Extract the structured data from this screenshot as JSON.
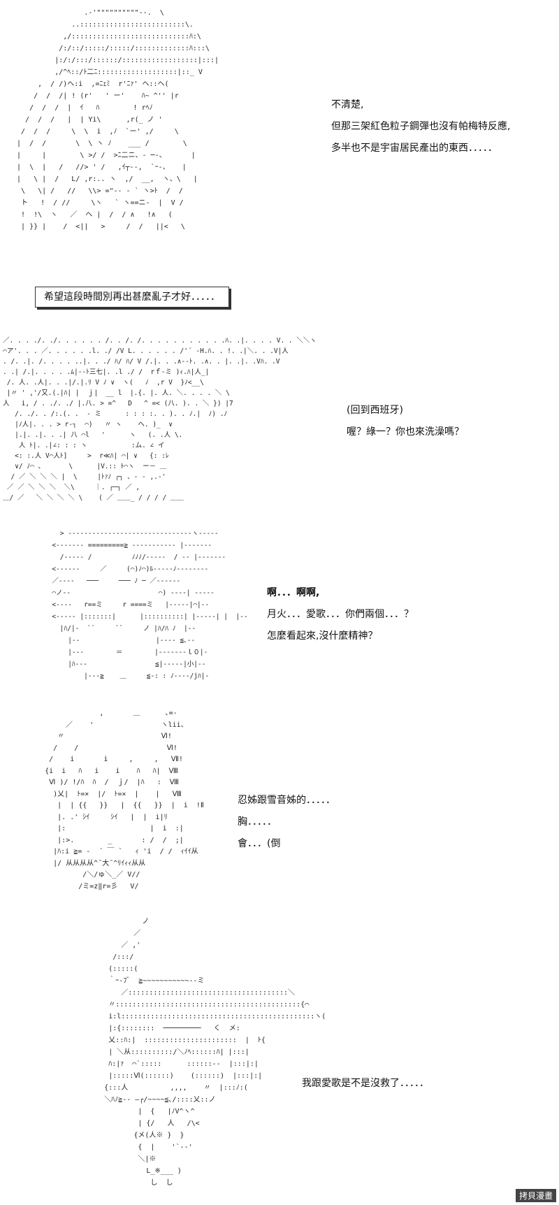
{
  "panels": [
    {
      "art": "                 .-'\"\"\"\"\"\"\"\"\"\"--.  \\\n              ..:::::::::::::::::::::::::\\.\n            ,/::::::::::::::::::::::::::::ﾊ:\\\n           /:/::/:::::/:::::/:::::::::::::ﾊ:::\\\n          |:/:/:::/::::::/::::::::::::::::::|:::|\n          ,/^ﾍ::/ﾄ二ﾆ:::::::::::::::::::|::_ V\n      ,  / /)ヘ:i  ,=ﾆｪﾐ  r'ﾆｧ' ヘ::ヘ(\n     /  /  /| ! (r'   ' ー'    ﾊ~ ^'' |r\n    /  /  /  |  ｲ   ﾊ        ! rﾍﾉ\n   /  /  /   |  | Yi\\      ,r(_ ノ '\n  /  /  /     \\  \\  i  ,ﾉ  `ー' ,/     \\\n |  /  /       \\  \\ ヽ ﾉ    ___ /        \\\n |     |        \\ >/ /  >ﾆ二ニ、‐ ─-、      |\n |  \\  |   /   //> ' /   ,ｲ┬‐‐,  `ｰ-、   |\n |   \\ |  /   L/ ,r:.. ヽ  ,/  __,  ヽ、\\   |\n  \\   \\| /   //   \\\\> =\"-- ‐ ` ヽ>ﾄ  /  /\n  ト   !  / //     \\ヽ   ` ヽ==ニ‐  |  V /\n  !  !\\  ヽ   ／  ヘ |  /  / ∧   !∧   (\n  | }} |    /  <||   >     /  /   ||<   \\",
      "dialogue": [
        "不清楚,",
        "但那三架紅色粒子鋼彈也沒有帕梅特反應,",
        "多半也不是宇宙居民產出的東西．．．．．"
      ]
    },
    {
      "narration": "希望這段時間別再出甚麼亂子才好．．．．．"
    },
    {
      "art": "／. . . ./. ./. . . . . . /. . /. /. . . . . . . . . . .ﾊ. .|. . . . V. . ＼＼ヽ\n⌒ア'. . . ／. . . . . .l. ./ /V L. . . . . . /'´ ‐H.ﾊ. . !. .|＼. . .V|人\n. /. .|. /. . . . ..|. . ./ ﾊ/ ﾊ/ V /.|. . .∧--ﾄ. .∧. . |. .|. .Vﾊ. .V\n. .| /.|. . . . .ﾑ|--ﾄ三七|. .l ./ /  rｆ‐ミ )ｨ.ﾊ|人_|\n /. 人. .人|. . .|/.|.ﾘ V ﾉ ∨  ヽ(   ﾉ  ,r V  }ﾉ<__\\\n |〃 ' ,'/又.(.|ﾊ| |  ｊ|  __ l  |.{. |. 人. ＼. . . . ＼ \\\n人   i, / . ./. ./ |.八. > =^   D   ^ =< (八. ). . ＼ }) |7\n   /. ./. . /:.(. .  - ミ      : : : :. . ). . ﾉ.|  ﾉ) .ﾉ\n   |ﾉ人|. . . > r‐┐  ⌒)   〃 ヽ    ヘ. )_  ∨\n   |.|. .|. . .| 八 ⌒l   '      ヽ   (. .人 \\.\n    人 ﾄ|. .|∠: : : ヽ           :ム. ∠ イ\n   <: :.人 V⌒人ﾄ]     >  r≪ﾊ| ⌒| ∨   {: :ﾚ\n   ∨/ ﾉ⌒ 、      \\      |V.:: ﾄ⌒ヽ  ー－ ＿\n  / ／ ＼ ＼ ＼ |  \\     |ﾄｧﾉ ┌┐ 、‐ ‐ ,.-'\n ／ ／ ＼ ＼ ＼  ＼\\     ｜. ┌─┐ ／ ,\n＿/ ／   ＼ ＼ ＼ ＼ \\    ( ／ ＿＿_ / / / / ＿＿",
      "dialogue": [
        "(回到西班牙)",
        "喔？綠一？你也來洗澡嗎？"
      ]
    },
    {
      "art": "        > -------------------------------ヽ-----\n      <------- =========≧ ----------- |-------\n        /----- /          ﾉﾉﾉ/-----  / -- |-------\n      <------     ／     (⌒)ﾉ⌒)ﾙ-----ﾉ--------\n      ／----   ───     ─── ﾉ ─ ／------\n      ⌒ノ--                      ⌒) ----| -----\n      <----   r==ミ     r ====ミ   |-----|⌒|--\n      <----- |:::::::|      |::::::::::| |-----| |  |--\n        |ﾊ/|-  ``     ``     ノ |ﾊ/ﾊ ﾉ  |--\n          |--                   |---- ≦､--\n          |---        ＝        |-------ｌ０|-\n          |ﾊ---                 ≦|-----|小|--\n              |---≧    ＿     ≦-: : ﾉ----/jﾊ|-",
      "dialogue": [
        "啊．．．啊啊,",
        "月火．．．愛歌．．．你們兩個．．．？",
        "怎麼看起來,沒什麼精神？"
      ]
    },
    {
      "art": "                 ,       ＿      ､=-\n         ／    '                ヽlii、\n       〃                       Ⅵ!\n      /    /                     Ⅵ!\n     /    i       i     ,     ,   Ⅶ!\n    {i  i   ﾊ   i    i    ﾊ   ﾊ|  Ⅷ\n     Ⅵ )/ !/ﾊ  ﾊ  /  ｊ/  |ﾊ   :  Ⅷ\n      )乂|  ﾄ=×  |/  ﾄ=×  |    |   Ⅷ\n       |  | {{   }}   |  {{   }}  |  i  !Ⅱ\n       |. .' ｼｲ     ｼｲ   |  |  i|ﾘ\n       |:                    |  i  :|\n       |:>.        _       : /  /  ;|\n      |ﾊ:i ≧= -  ´ ￣ `   ｨ 'i  / /  ｨｲｲ从\n      |/ 从从从从^˜大˜^ﾘｲｨｨ从从\n             /＼/ゅ＼_／ V//\n            /ミ=z‖r=彡   V/",
      "dialogue": [
        "忍姊跟雪音姊的．．．．．",
        "胸．．．．．",
        "會．．．(倒"
      ]
    },
    {
      "art": "                  ノ\n                ／\n             ／ ,'\n           /:::/\n          (:::::(\n          ｀ｰ-ﾌﾞ  ≧~~~~~~~~~~~--ミ\n             ／::::::::::::::::::::::::::::::::::::::＼\n          〃::::::::::::::::::::::::::::::::::::::::::::{⌒\n          i:l::::::::::::::::::::::::::::::::::::::::::::::ヽ(\n          |:{::::::::  ─────────   く  メ:\n          乂::ﾊ:|  ::::::::::::::::::::::  |  ﾄ{\n          | ＼从::::::::::/＼ﾉﾍ::::::ﾊ| |:::|\n          ﾊ:|ｧ  ⌒`:::::      ::::::--  |:::|:|\n          |:::::Ⅵ(::::::)    (::::::)  |:::|:|\n         {:::人          ,,,,    〃  |:::ﾉ:(\n         ＼ﾊﾉ≧-- ―┌/~~~~≦､/::::乂::ノ\n                 |  {   |ﾉV^ヽ^\n                 | {/   人   /\\<\n                {メ(人※ }  }\n                 {  |    '`--'\n                 ＼|※\n                   L_※___ )\n                    し  し",
      "dialogue": [
        "我跟愛歌是不是沒救了．．．．．"
      ]
    }
  ],
  "watermark": "拷貝漫畫"
}
